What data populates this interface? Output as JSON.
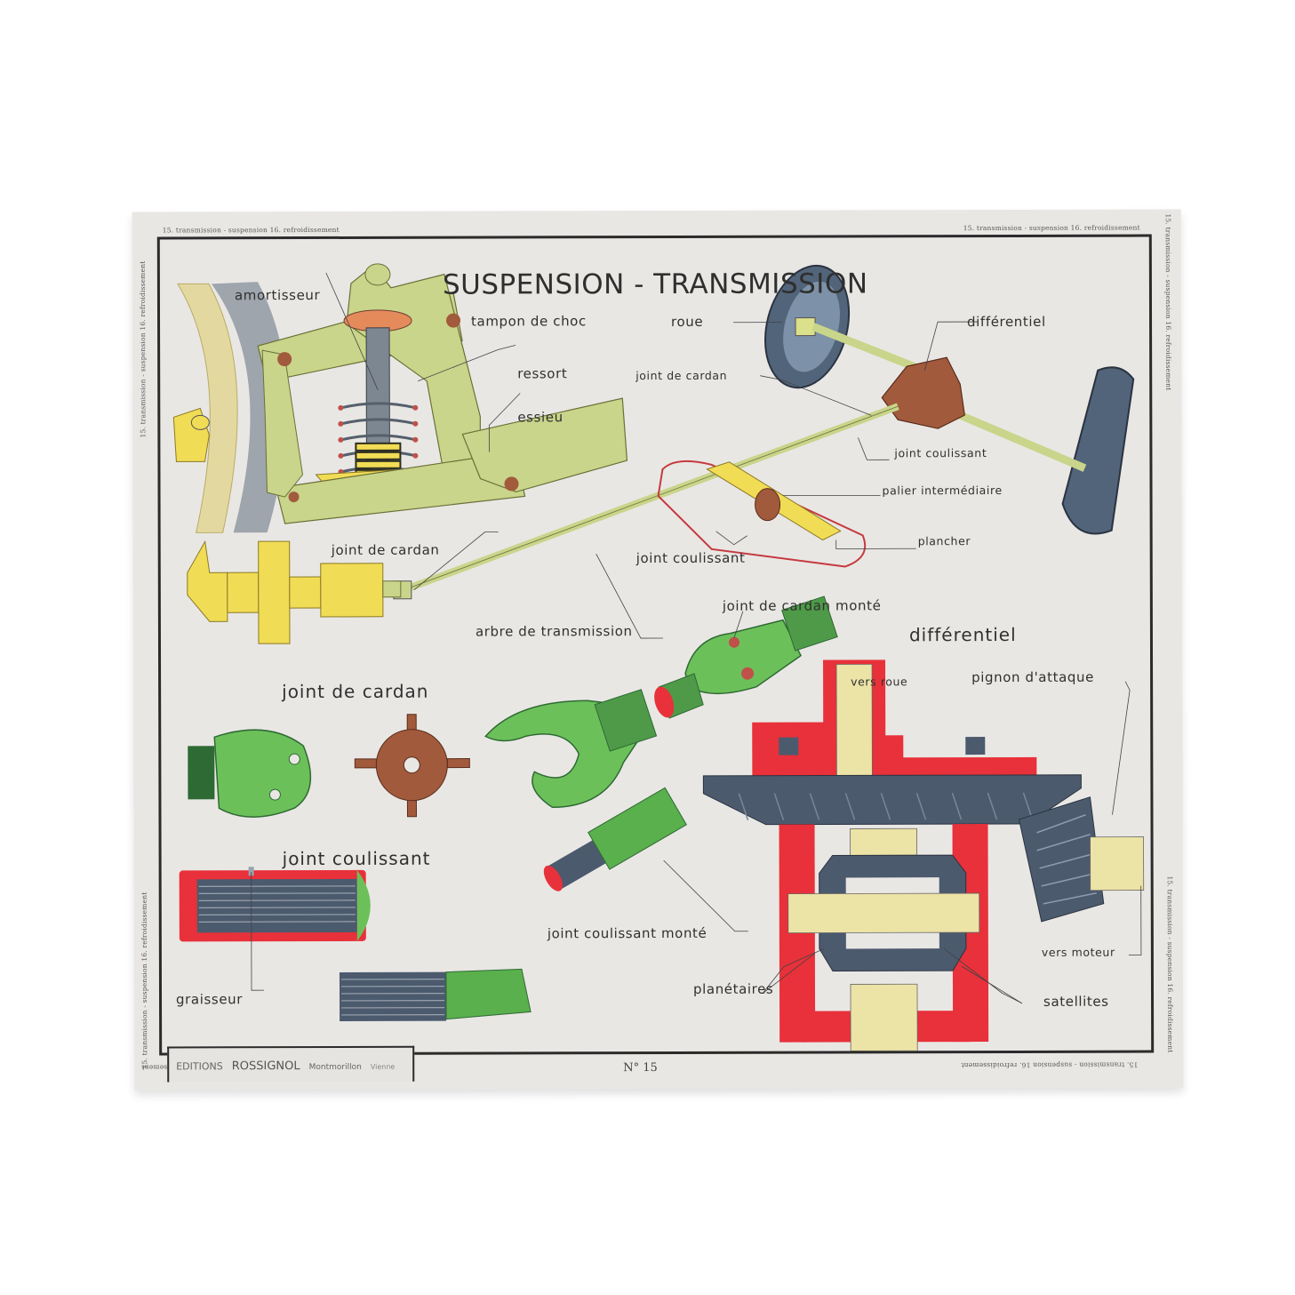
{
  "poster": {
    "title": "SUSPENSION - TRANSMISSION",
    "plate_number": "N° 15",
    "margin_caption": "15. transmission - suspension 16. refroidissement",
    "publisher": {
      "editions": "EDITIONS",
      "name": "ROSSIGNOL",
      "city": "Montmorillon",
      "region": "Vienne"
    }
  },
  "sections": {
    "suspension": {
      "labels": {
        "amortisseur": "amortisseur",
        "tampon_de_choc": "tampon de choc",
        "ressort": "ressort",
        "essieu": "essieu"
      }
    },
    "transmission": {
      "labels": {
        "roue": "roue",
        "differentiel": "différentiel",
        "joint_de_cardan": "joint de cardan",
        "joint_coulissant": "joint coulissant",
        "palier_intermediaire": "palier intermédiaire",
        "plancher": "plancher",
        "joint_coulissant_2": "joint coulissant",
        "joint_de_cardan_2": "joint de cardan",
        "arbre_de_transmission": "arbre de transmission"
      }
    },
    "joints": {
      "heading_cardan": "joint de cardan",
      "heading_coulissant": "joint coulissant",
      "joint_de_cardan_monte": "joint de cardan monté",
      "joint_coulissant_monte": "joint coulissant monté",
      "graisseur": "graisseur"
    },
    "differentiel": {
      "heading": "différentiel",
      "labels": {
        "vers_roue": "vers roue",
        "pignon_d_attaque": "pignon d'attaque",
        "vers_moteur": "vers moteur",
        "planetaires": "planétaires",
        "satellites": "satellites"
      }
    }
  },
  "colors": {
    "paper": "#e9e7e4",
    "frame": "#2b2b2b",
    "olive": "#c9d58a",
    "olive_dark": "#8f9a4e",
    "yellow": "#f0de50",
    "green": "#6cc05a",
    "green_dark": "#2e6a34",
    "rust": "#a25a3c",
    "red": "#e8313a",
    "slate": "#4c5a6e",
    "cream": "#ece3a6",
    "grey_tire": "#9aa3ad"
  }
}
